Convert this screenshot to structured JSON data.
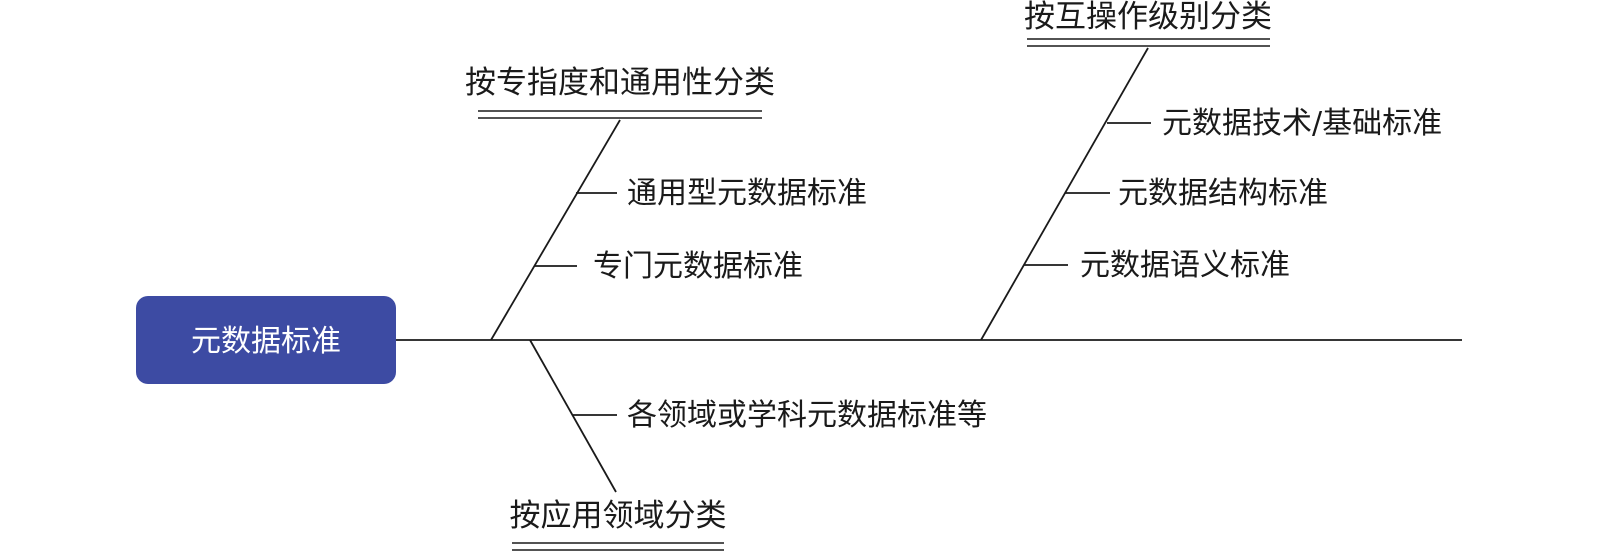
{
  "head": {
    "label": "元数据标准",
    "color": "#3d4ba3"
  },
  "branches": {
    "specificity": {
      "label": "按专指度和通用性分类",
      "items": [
        "通用型元数据标准",
        "专门元数据标准"
      ]
    },
    "interoperability": {
      "label": "按互操作级别分类",
      "items": [
        "元数据技术/基础标准",
        "元数据结构标准",
        "元数据语义标准"
      ]
    },
    "domain": {
      "label": "按应用领域分类",
      "items": [
        "各领域或学科元数据标准等"
      ]
    }
  }
}
